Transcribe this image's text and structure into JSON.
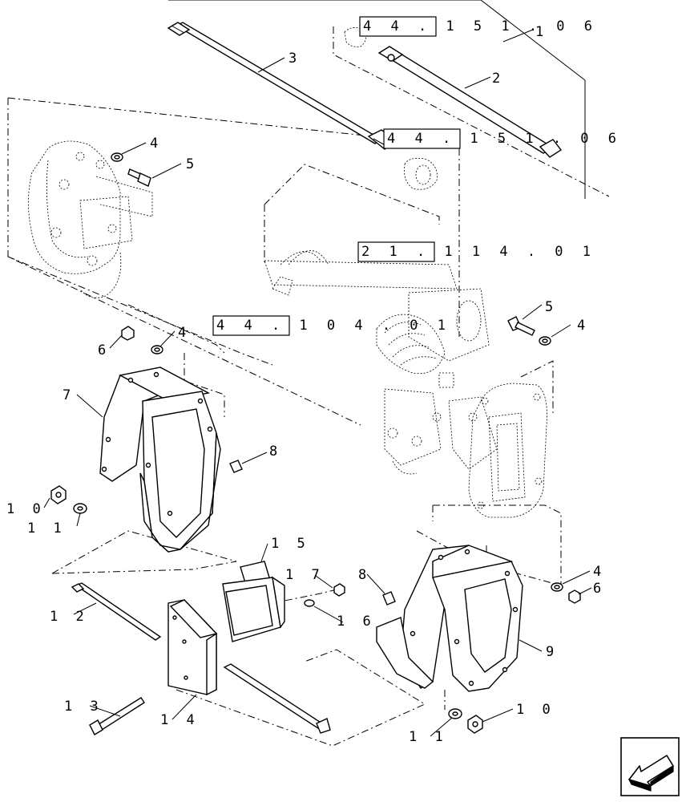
{
  "callouts": {
    "c1": "1",
    "c2": "2",
    "c3": "3",
    "c4a": "4",
    "c5a": "5",
    "c4b": "4",
    "c6a": "6",
    "c5b": "5",
    "c4c": "4",
    "c7": "7",
    "c8a": "8",
    "c10a": "1 0",
    "c11a": "1 1",
    "c15": "1 5",
    "c17": "1 7",
    "c8b": "8",
    "c16": "1 6",
    "c12": "1 2",
    "c4d": "4",
    "c6b": "6",
    "c9": "9",
    "c13": "1 3",
    "c14": "1 4",
    "c11b": "1 1",
    "c10b": "1 0"
  },
  "references": {
    "r1": "4 4 . 1 5 1 . 0 6",
    "r2": "4 4 . 1 5 1 . 0 6",
    "r3": "2 1 . 1 1 4 . 0 1",
    "r4": "4 4 . 1 0 4 . 0 1"
  },
  "nav": {
    "arrow_icon": "back-arrow-icon"
  }
}
